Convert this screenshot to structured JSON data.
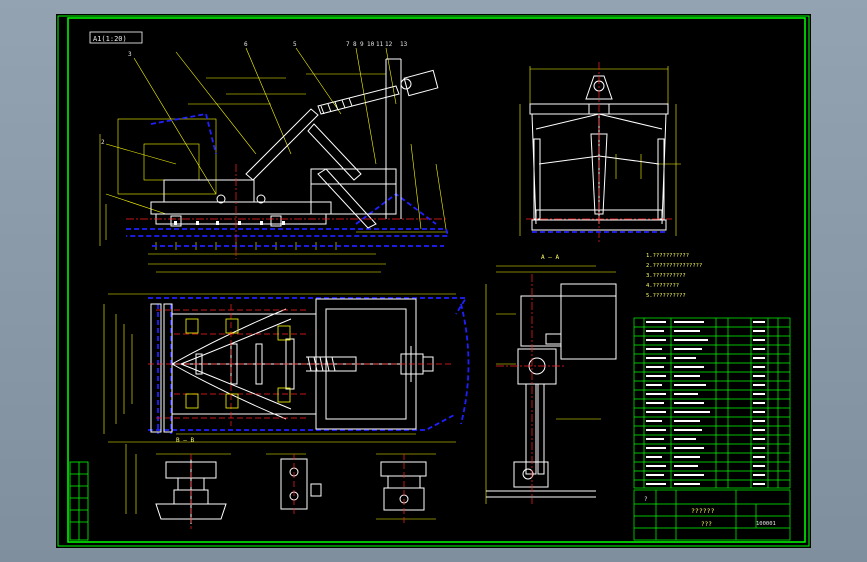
{
  "view_tag": "A1(1:20)",
  "balloons": [
    "3",
    "2",
    "6",
    "5",
    "7",
    "8",
    "9",
    "10",
    "11",
    "12",
    "13"
  ],
  "section_labels": {
    "aa": "A — A",
    "bb": "B — B"
  },
  "notes": [
    "1.???????????",
    "2.???????????????",
    "3.??????????",
    "4.????????",
    "5.??????????"
  ],
  "title_block": {
    "drawing_name": "??????",
    "company": "???",
    "drawing_no": "100001",
    "mark": "?"
  },
  "colors": {
    "frame": "#00ff00",
    "geometry": "#ffffff",
    "dimension": "#ffff00",
    "hidden": "#2020ff",
    "centerline": "#ff2020",
    "leader": "#ffff00"
  }
}
